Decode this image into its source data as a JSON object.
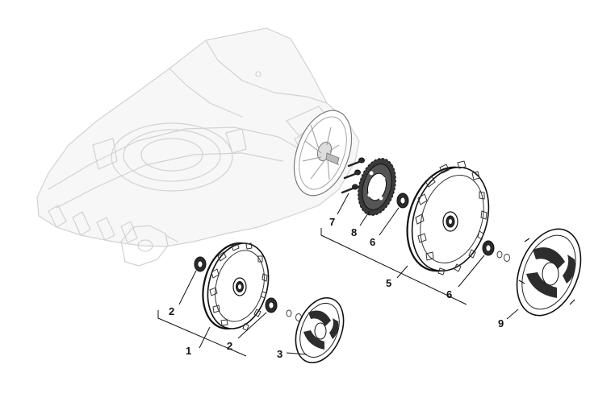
{
  "callouts": {
    "c1": "1",
    "c2a": "2",
    "c2b": "2",
    "c3": "3",
    "c5": "5",
    "c6a": "6",
    "c6b": "6",
    "c7": "7",
    "c8": "8",
    "c9": "9"
  }
}
